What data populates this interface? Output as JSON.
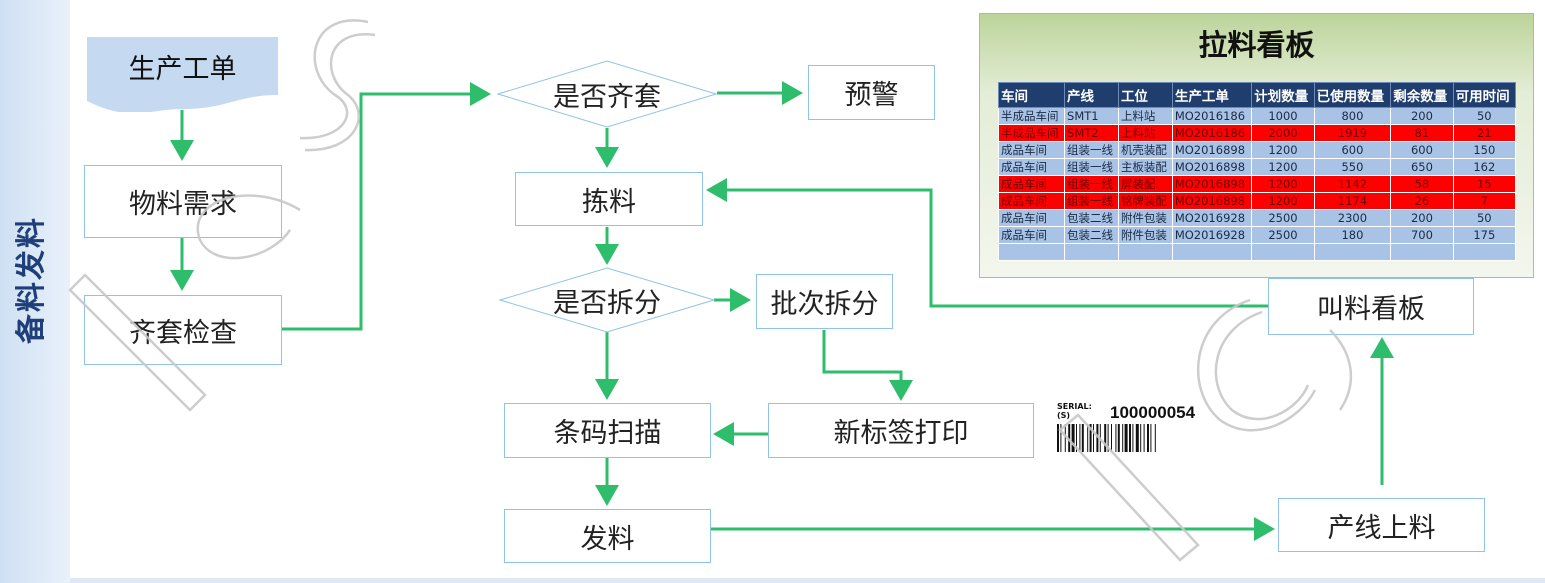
{
  "sidebar": {
    "label": "备料发料"
  },
  "nodes": {
    "work_order": "生产工单",
    "material_demand": "物料需求",
    "kit_check": "齐套检查",
    "is_complete": "是否齐套",
    "warning": "预警",
    "picking": "拣料",
    "is_split": "是否拆分",
    "batch_split": "批次拆分",
    "barcode_scan": "条码扫描",
    "new_label_print": "新标签打印",
    "issue": "发料",
    "line_feeding": "产线上料",
    "call_board": "叫料看板"
  },
  "kanban": {
    "title": "拉料看板",
    "columns": [
      "车间",
      "产线",
      "工位",
      "生产工单",
      "计划数量",
      "已使用数量",
      "剩余数量",
      "可用时间"
    ],
    "rows": [
      {
        "status": "normal",
        "cells": [
          "半成品车间",
          "SMT1",
          "上料站",
          "MO2016186",
          "1000",
          "800",
          "200",
          "50"
        ]
      },
      {
        "status": "alert",
        "cells": [
          "半成品车间",
          "SMT2",
          "上料站",
          "MO2016186",
          "2000",
          "1919",
          "81",
          "21"
        ]
      },
      {
        "status": "normal",
        "cells": [
          "成品车间",
          "组装一线",
          "机壳装配",
          "MO2016898",
          "1200",
          "600",
          "600",
          "150"
        ]
      },
      {
        "status": "normal",
        "cells": [
          "成品车间",
          "组装一线",
          "主板装配",
          "MO2016898",
          "1200",
          "550",
          "650",
          "162"
        ]
      },
      {
        "status": "alert",
        "cells": [
          "成品车间",
          "组装一线",
          "屏装配",
          "MO2016898",
          "1200",
          "1142",
          "58",
          "15"
        ]
      },
      {
        "status": "alert",
        "cells": [
          "成品车间",
          "组装一线",
          "铭牌装配",
          "MO2016898",
          "1200",
          "1174",
          "26",
          "7"
        ]
      },
      {
        "status": "normal",
        "cells": [
          "成品车间",
          "包装二线",
          "附件包装",
          "MO2016928",
          "2500",
          "2300",
          "200",
          "50"
        ]
      },
      {
        "status": "normal",
        "cells": [
          "成品车间",
          "包装二线",
          "附件包装",
          "MO2016928",
          "2500",
          "180",
          "700",
          "175"
        ]
      }
    ]
  },
  "barcode": {
    "serial_label": "SERIAL:",
    "serial_sub": "(S)",
    "number": "100000054"
  },
  "colors": {
    "arrow": "#2ebd6b",
    "node_border": "#8fc3e8",
    "alert_row": "#ff0000",
    "header_bg": "#1f3d6d",
    "sidebar_text": "#1f3f7a"
  }
}
